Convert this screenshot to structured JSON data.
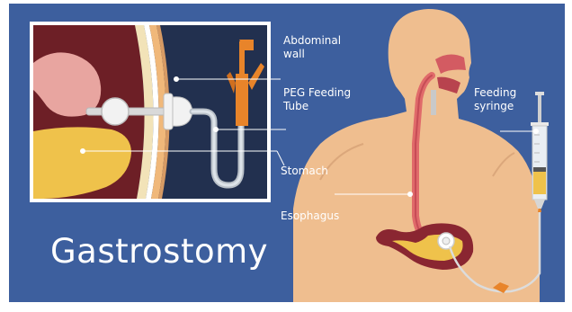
{
  "title": "Gastrostomy",
  "labels": {
    "abdominal_wall_line1": "Abdominal",
    "abdominal_wall_line2": "wall",
    "peg_tube_line1": "PEG Feeding",
    "peg_tube_line2": "Tube",
    "stomach": "Stomach",
    "esophagus": "Esophagus",
    "syringe_line1": "Feeding",
    "syringe_line2": "syringe"
  },
  "colors": {
    "background": "#3d5f9e",
    "inset_bg": "#22304f",
    "skin": "#efbe8f",
    "stomach_tissue": "#6d1f26",
    "stomach_content": "#efc24b",
    "tube": "#e8842a",
    "label_text": "#ffffff"
  }
}
